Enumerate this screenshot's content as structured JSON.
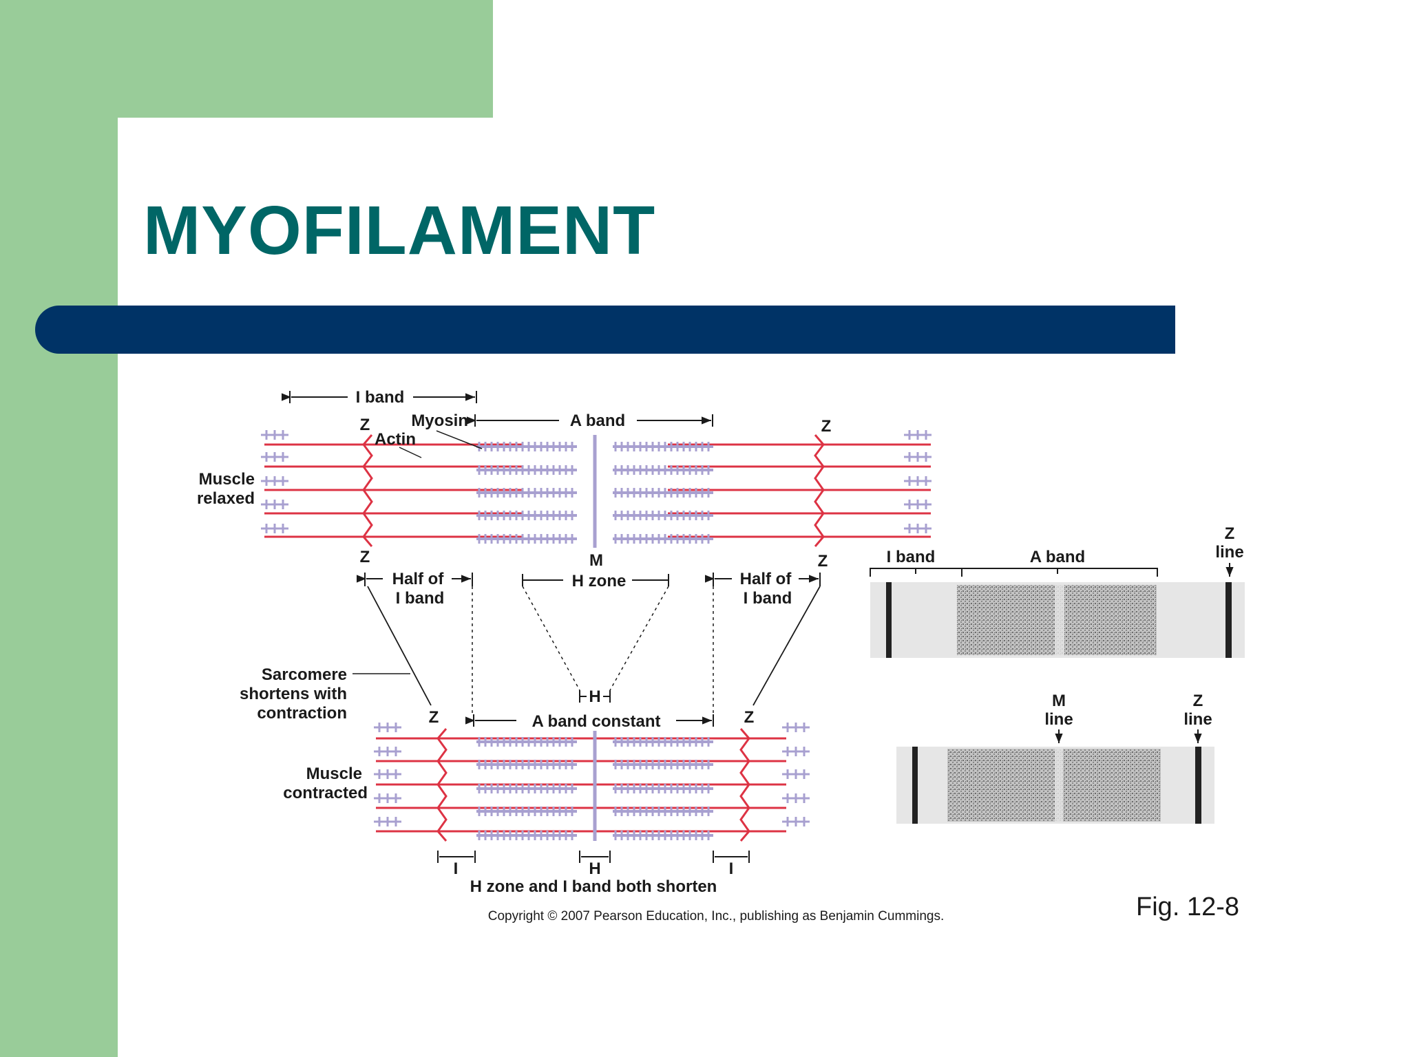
{
  "slide": {
    "title": "MYOFILAMENT",
    "colors": {
      "green": "#99cc99",
      "navy": "#003366",
      "title_teal": "#006666",
      "actin_red": "#dd3344",
      "myosin_lavender": "#a8a0d0"
    }
  },
  "figure": {
    "relaxed": {
      "i_band": "I band",
      "a_band": "A band",
      "myosin": "Myosin",
      "actin": "Actin",
      "muscle_relaxed": [
        "Muscle",
        "relaxed"
      ],
      "z": "Z",
      "m": "M",
      "h_zone": "H zone",
      "half_i_band": [
        "Half of",
        "I band"
      ]
    },
    "sarcomere_label": [
      "Sarcomere",
      "shortens with",
      "contraction"
    ],
    "contracted": {
      "a_band_constant": "A band constant",
      "muscle_contracted": [
        "Muscle",
        "contracted"
      ],
      "z": "Z",
      "h": "H",
      "i": "I",
      "shorten_caption": "H zone and I band both shorten"
    },
    "micrograph_top": {
      "i_band": "I band",
      "a_band": "A band",
      "z_line": [
        "Z",
        "line"
      ]
    },
    "micrograph_bottom": {
      "m_line": [
        "M",
        "line"
      ],
      "z_line": [
        "Z",
        "line"
      ]
    },
    "copyright": "Copyright © 2007 Pearson Education, Inc., publishing as Benjamin Cummings.",
    "fig_label": "Fig. 12-8"
  }
}
